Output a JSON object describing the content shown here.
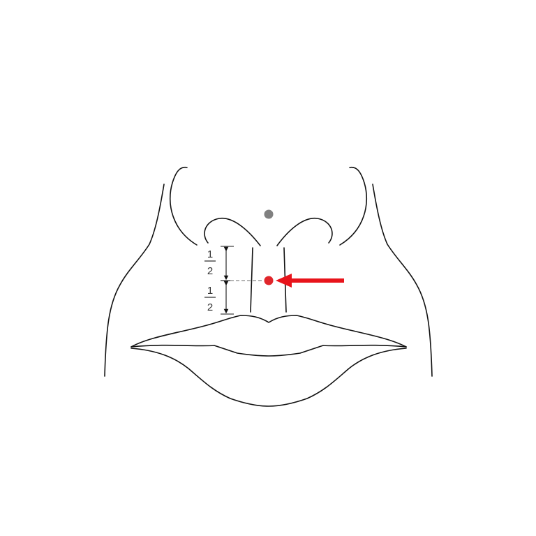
{
  "diagram": {
    "annotations": {
      "upper_segment": {
        "numerator": "1",
        "denominator": "2"
      },
      "lower_segment": {
        "numerator": "1",
        "denominator": "2"
      }
    },
    "colors": {
      "outline": "#111111",
      "reference_point": "#808080",
      "target_point": "#e0262b",
      "arrow": "#e8141b",
      "guide_line": "#888888"
    }
  }
}
